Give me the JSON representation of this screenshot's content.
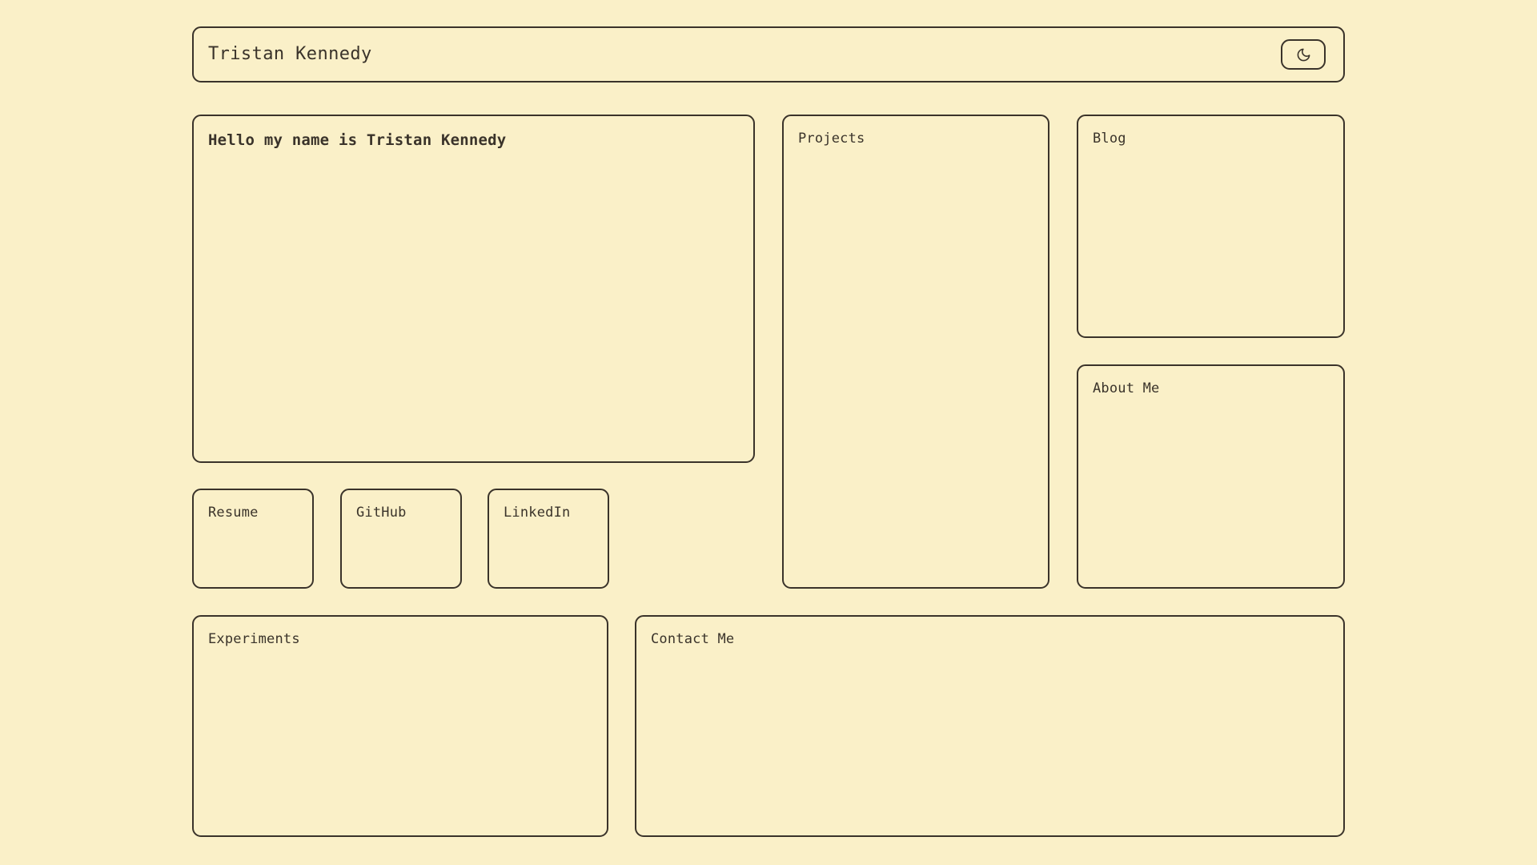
{
  "theme": {
    "background_color": "#faf0c8",
    "border_color": "#3a332a",
    "text_color": "#3a332a"
  },
  "header": {
    "title": "Tristan Kennedy",
    "theme_toggle": {
      "icon": "moon-icon",
      "label": ""
    }
  },
  "hero": {
    "heading": "Hello my name is Tristan Kennedy"
  },
  "cards": {
    "projects": {
      "label": "Projects"
    },
    "blog": {
      "label": "Blog"
    },
    "about": {
      "label": "About Me"
    },
    "experiments": {
      "label": "Experiments"
    },
    "contact": {
      "label": "Contact Me"
    }
  },
  "links": [
    {
      "label": "Resume"
    },
    {
      "label": "GitHub"
    },
    {
      "label": "LinkedIn"
    }
  ]
}
